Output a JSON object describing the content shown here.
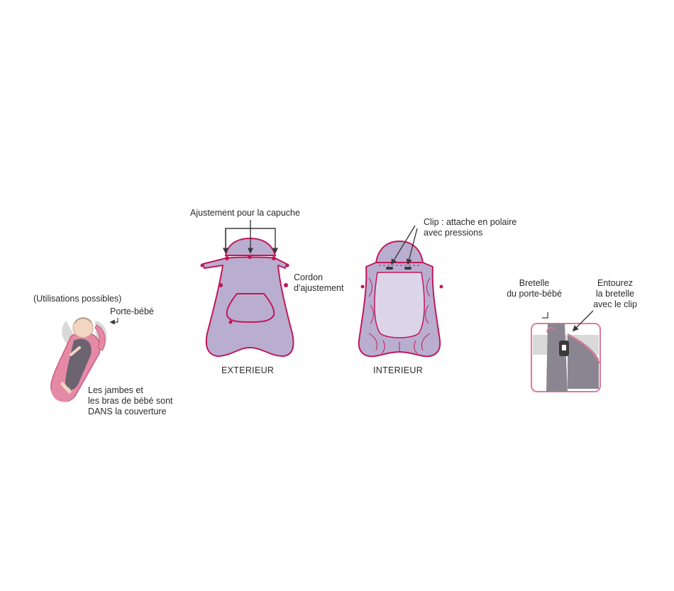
{
  "left_panel": {
    "title": "(Utilisations possibles)",
    "carrier_label": "Porte-bébé",
    "note_line1": "Les jambes et",
    "note_line2": "les bras de bébé sont",
    "note_line3": "DANS la couverture"
  },
  "exterior": {
    "hood_label": "Ajustement pour la capuche",
    "cord_line1": "Cordon",
    "cord_line2": "d'ajustement",
    "caption": "EXTERIEUR"
  },
  "interior": {
    "clip_line1": "Clip : attache en polaire",
    "clip_line2": "avec pressions",
    "caption": "INTERIEUR"
  },
  "strap_panel": {
    "strap_line1": "Bretelle",
    "strap_line2": "du porte-bébé",
    "wrap_line1": "Entourez",
    "wrap_line2": "la bretelle",
    "wrap_line3": "avec le clip"
  },
  "colors": {
    "outline": "#c2185b",
    "fill_lilac": "#b9aed0",
    "fill_light": "#dcd5ea",
    "pink": "#e07a9a",
    "gray": "#8a8590",
    "arrow": "#3a3a3a"
  }
}
